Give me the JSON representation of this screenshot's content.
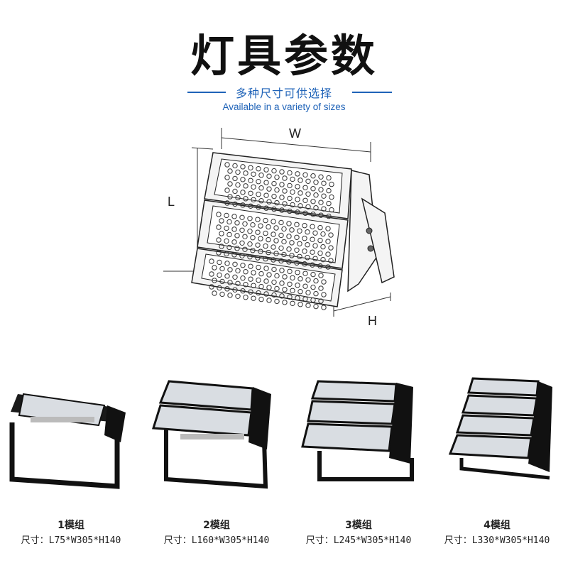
{
  "header": {
    "title": "灯具参数",
    "subtitle_cn": "多种尺寸可供选择",
    "subtitle_en": "Available in a variety of sizes"
  },
  "diagram": {
    "width_label": "W",
    "length_label": "L",
    "height_label": "H"
  },
  "products": [
    {
      "name": "1模组",
      "size_prefix": "尺寸：",
      "size": "L75*W305*H140"
    },
    {
      "name": "2模组",
      "size_prefix": "尺寸：",
      "size": "L160*W305*H140"
    },
    {
      "name": "3模组",
      "size_prefix": "尺寸：",
      "size": "L245*W305*H140"
    },
    {
      "name": "4模组",
      "size_prefix": "尺寸：",
      "size": "L330*W305*H140"
    }
  ],
  "colors": {
    "accent": "#1f63b8",
    "housing": "#111111",
    "panel": "#d9dde2"
  }
}
